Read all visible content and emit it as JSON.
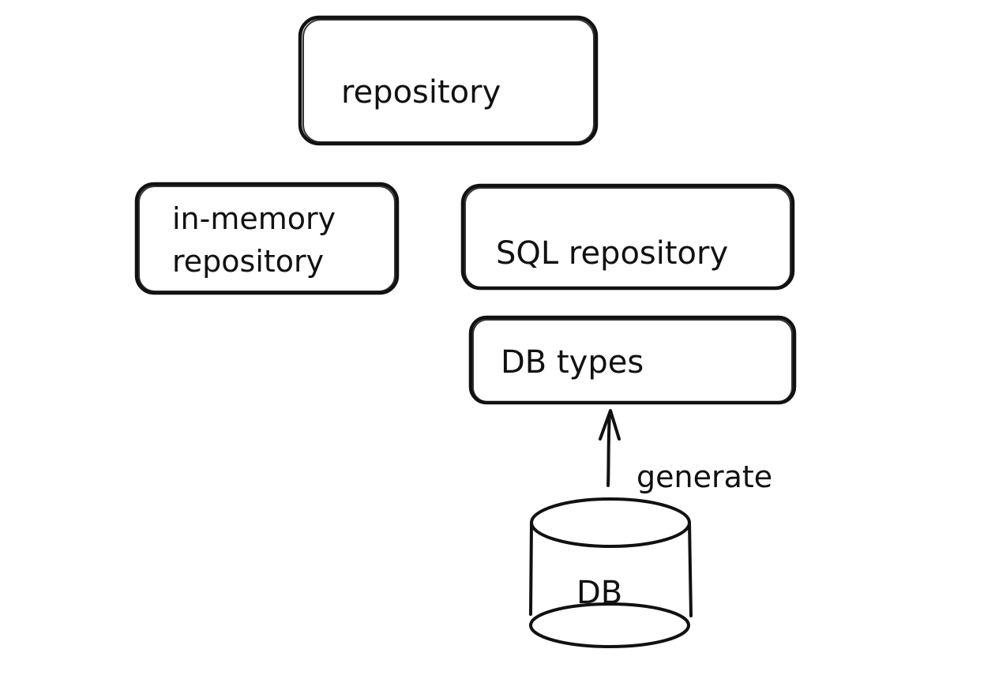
{
  "nodes": {
    "repository": {
      "label": "repository"
    },
    "in_memory": {
      "line1": "in-memory",
      "line2": "repository"
    },
    "sql_repository": {
      "label": "SQL repository"
    },
    "db_types": {
      "label": "DB types"
    },
    "db": {
      "label": "DB"
    }
  },
  "edges": {
    "generate": {
      "label": "generate"
    }
  }
}
